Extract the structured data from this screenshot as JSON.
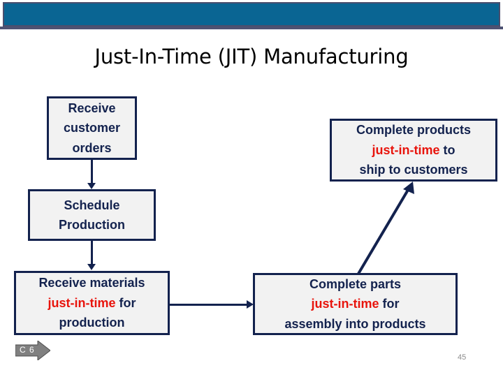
{
  "slide": {
    "title": "Just-In-Time (JIT) Manufacturing",
    "page_number": "45",
    "background_color": "#ffffff"
  },
  "banner": {
    "fill_color": "#0a6593",
    "border_color": "#4a4f6e"
  },
  "theme": {
    "box_border_color": "#13224e",
    "box_fill_color": "#f2f2f2",
    "box_text_color": "#13224e",
    "emphasis_color": "#e8140c",
    "connector_color": "#13224e",
    "nav_tag_color": "#808080",
    "page_number_color": "#8c8c8c"
  },
  "diagram": {
    "boxes": [
      {
        "id": "receive-orders",
        "lines": [
          {
            "text": "Receive",
            "emphasis": false
          },
          {
            "text": "customer",
            "emphasis": false
          },
          {
            "text": "orders",
            "emphasis": false
          }
        ]
      },
      {
        "id": "complete-products",
        "lines": [
          {
            "text": "Complete products",
            "emphasis": false
          },
          {
            "text": "just-in-time",
            "emphasis": true,
            "suffix": " to"
          },
          {
            "text": "ship to customers",
            "emphasis": false
          }
        ]
      },
      {
        "id": "schedule-production",
        "lines": [
          {
            "text": "Schedule",
            "emphasis": false
          },
          {
            "text": "Production",
            "emphasis": false
          }
        ]
      },
      {
        "id": "receive-materials",
        "lines": [
          {
            "text": "Receive materials",
            "emphasis": false
          },
          {
            "text": "just-in-time",
            "emphasis": true,
            "suffix": " for"
          },
          {
            "text": "production",
            "emphasis": false
          }
        ]
      },
      {
        "id": "complete-parts",
        "lines": [
          {
            "text": "Complete parts",
            "emphasis": false
          },
          {
            "text": "just-in-time",
            "emphasis": true,
            "suffix": " for"
          },
          {
            "text": "assembly into products",
            "emphasis": false
          }
        ]
      }
    ],
    "box_text": {
      "receive_orders_l1": "Receive",
      "receive_orders_l2": "customer",
      "receive_orders_l3": "orders",
      "complete_products_l1": "Complete products",
      "complete_products_l2_jit": "just-in-time",
      "complete_products_l2_tail": " to",
      "complete_products_l3": "ship to customers",
      "schedule_l1": "Schedule",
      "schedule_l2": "Production",
      "receive_materials_l1": "Receive materials",
      "receive_materials_l2_jit": "just-in-time",
      "receive_materials_l2_tail": " for",
      "receive_materials_l3": "production",
      "complete_parts_l1": "Complete parts",
      "complete_parts_l2_jit": "just-in-time",
      "complete_parts_l2_tail": " for",
      "complete_parts_l3": "assembly into products"
    },
    "connectors": [
      {
        "id": "orders-to-schedule",
        "from": "receive-orders",
        "to": "schedule-production",
        "direction": "down"
      },
      {
        "id": "schedule-to-materials",
        "from": "schedule-production",
        "to": "receive-materials",
        "direction": "down"
      },
      {
        "id": "materials-to-parts",
        "from": "receive-materials",
        "to": "complete-parts",
        "direction": "right"
      },
      {
        "id": "parts-to-products",
        "from": "complete-parts",
        "to": "complete-products",
        "direction": "diagonal-up-right"
      }
    ]
  },
  "nav_tag": {
    "label": "C 6"
  }
}
